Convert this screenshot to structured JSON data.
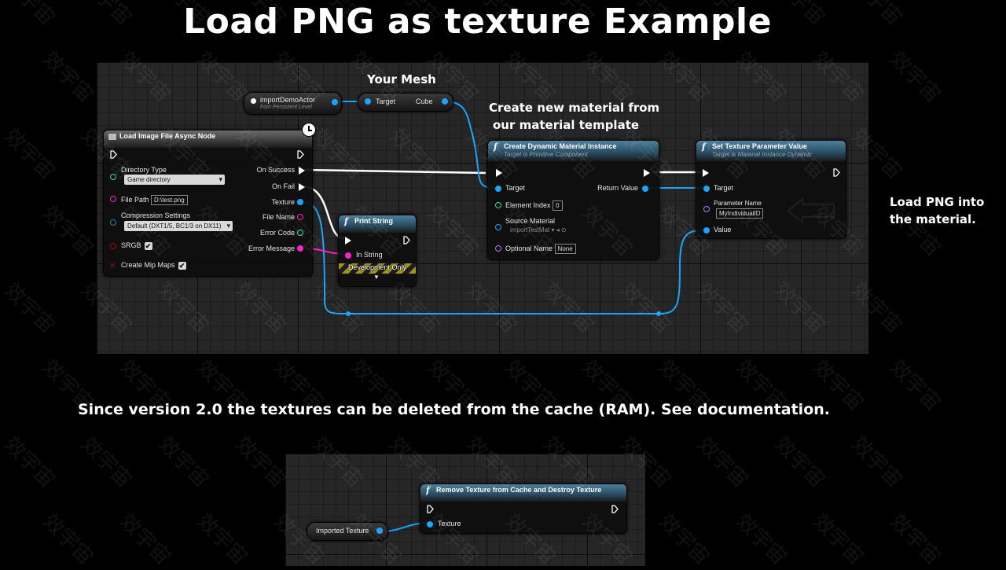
{
  "page": {
    "title": "Load PNG as texture Example"
  },
  "annotations": {
    "your_mesh": "Your Mesh",
    "create_material_line1": "Create new material from",
    "create_material_line2": "our material template",
    "load_png_line1": "Load PNG into",
    "load_png_line2": "the material.",
    "version_note": "Since version 2.0 the textures can be deleted from the cache (RAM). See documentation."
  },
  "nodes": {
    "import_actor": {
      "label": "importDemoActor",
      "sub": "from Persistent Level"
    },
    "target_cube": {
      "target": "Target",
      "cube": "Cube"
    },
    "load_image": {
      "title": "Load Image File Async Node",
      "directory_type_label": "Directory Type",
      "directory_type_value": "Game directory",
      "file_path_label": "File Path",
      "file_path_value": "D:\\test.png",
      "compression_label": "Compression Settings",
      "compression_value": "Default (DXT1/5, BC1/3 on DX11)",
      "srgb_label": "SRGB",
      "mip_label": "Create Mip Maps",
      "on_success": "On Success",
      "on_fail": "On Fail",
      "texture": "Texture",
      "file_name": "File Name",
      "error_code": "Error Code",
      "error_message": "Error Message"
    },
    "print_string": {
      "title": "Print String",
      "in_string": "In String",
      "dev_only": "Development Only"
    },
    "create_dmi": {
      "title": "Create Dynamic Material Instance",
      "sub": "Target is Primitive Component",
      "target": "Target",
      "return_value": "Return Value",
      "element_index": "Element Index",
      "element_index_value": "0",
      "source_material": "Source Material",
      "source_material_value": "importTestMat",
      "optional_name": "Optional Name",
      "optional_name_value": "None"
    },
    "set_texture_param": {
      "title": "Set Texture Parameter Value",
      "sub": "Target is Material Instance Dynamic",
      "target": "Target",
      "param_name": "Parameter Name",
      "param_name_value": "MyIndividualID",
      "value": "Value"
    },
    "remove_texture": {
      "title": "Remove Texture from Cache and Destroy Texture",
      "texture": "Texture"
    },
    "imported_texture": {
      "label": "Imported Texture"
    }
  },
  "colors": {
    "object_pin": "#1aa3ff",
    "string_pin": "#ff20c8",
    "int_pin": "#2fe0a8",
    "name_pin": "#b676ff",
    "bool_pin": "#9a1010",
    "struct_pin": "#1e80c0",
    "exec": "#ffffff"
  },
  "watermark": "效宇宙"
}
